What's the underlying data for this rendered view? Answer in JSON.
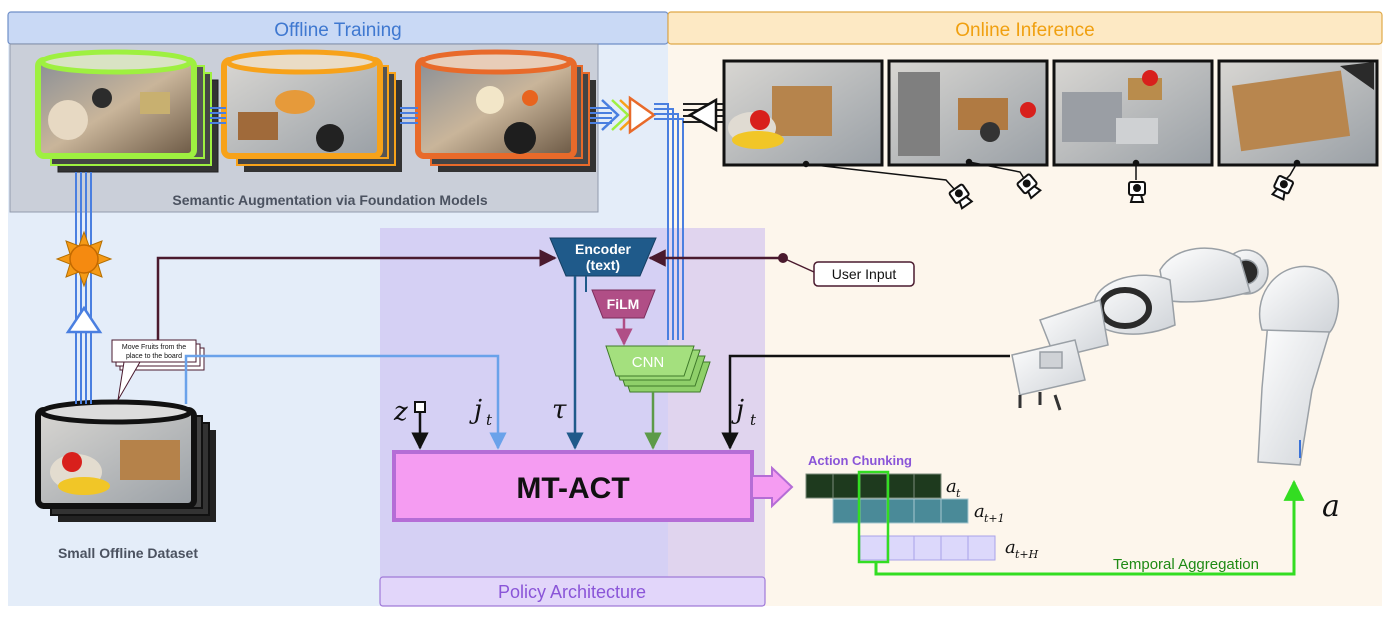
{
  "regions": {
    "offline": "Offline Training",
    "online": "Online Inference",
    "policy": "Policy Architecture"
  },
  "augmentation_label": "Semantic Augmentation via Foundation Models",
  "dataset_label": "Small Offline Dataset",
  "instruction_bubble": [
    "Move Fruits from the",
    "place to the board"
  ],
  "user_input": "User Input",
  "encoder": {
    "line1": "Encoder",
    "line2": "(text)"
  },
  "film": "FiLM",
  "cnn": "CNN",
  "model": "MT-ACT",
  "symbols": {
    "z": "z",
    "j_left": "j",
    "j_right": "j",
    "tau": "τ",
    "a": "a",
    "sub_t": "t",
    "sub_t1": "t+1",
    "sub_tH": "t+H"
  },
  "action_chunking": "Action Chunking",
  "temporal_aggregation": "Temporal Aggregation",
  "colors": {
    "offline_header": "#c9d9f5",
    "offline_bg": "#e4edf9",
    "online_header": "#fde9c4",
    "online_bg": "#fdf6ec",
    "policy": "#c8b8f0",
    "mtact": "#f59cf2",
    "encoder": "#1f5a8a",
    "film": "#b04e86",
    "cnn": "#8fd06a",
    "green": "#33dd22",
    "augment_green": "#9ef040",
    "augment_orange": "#f7a21a",
    "augment_red": "#e86a2a"
  },
  "icons": [
    "sun-icon",
    "camera-icon",
    "robot-arm",
    "arrow-icon"
  ]
}
